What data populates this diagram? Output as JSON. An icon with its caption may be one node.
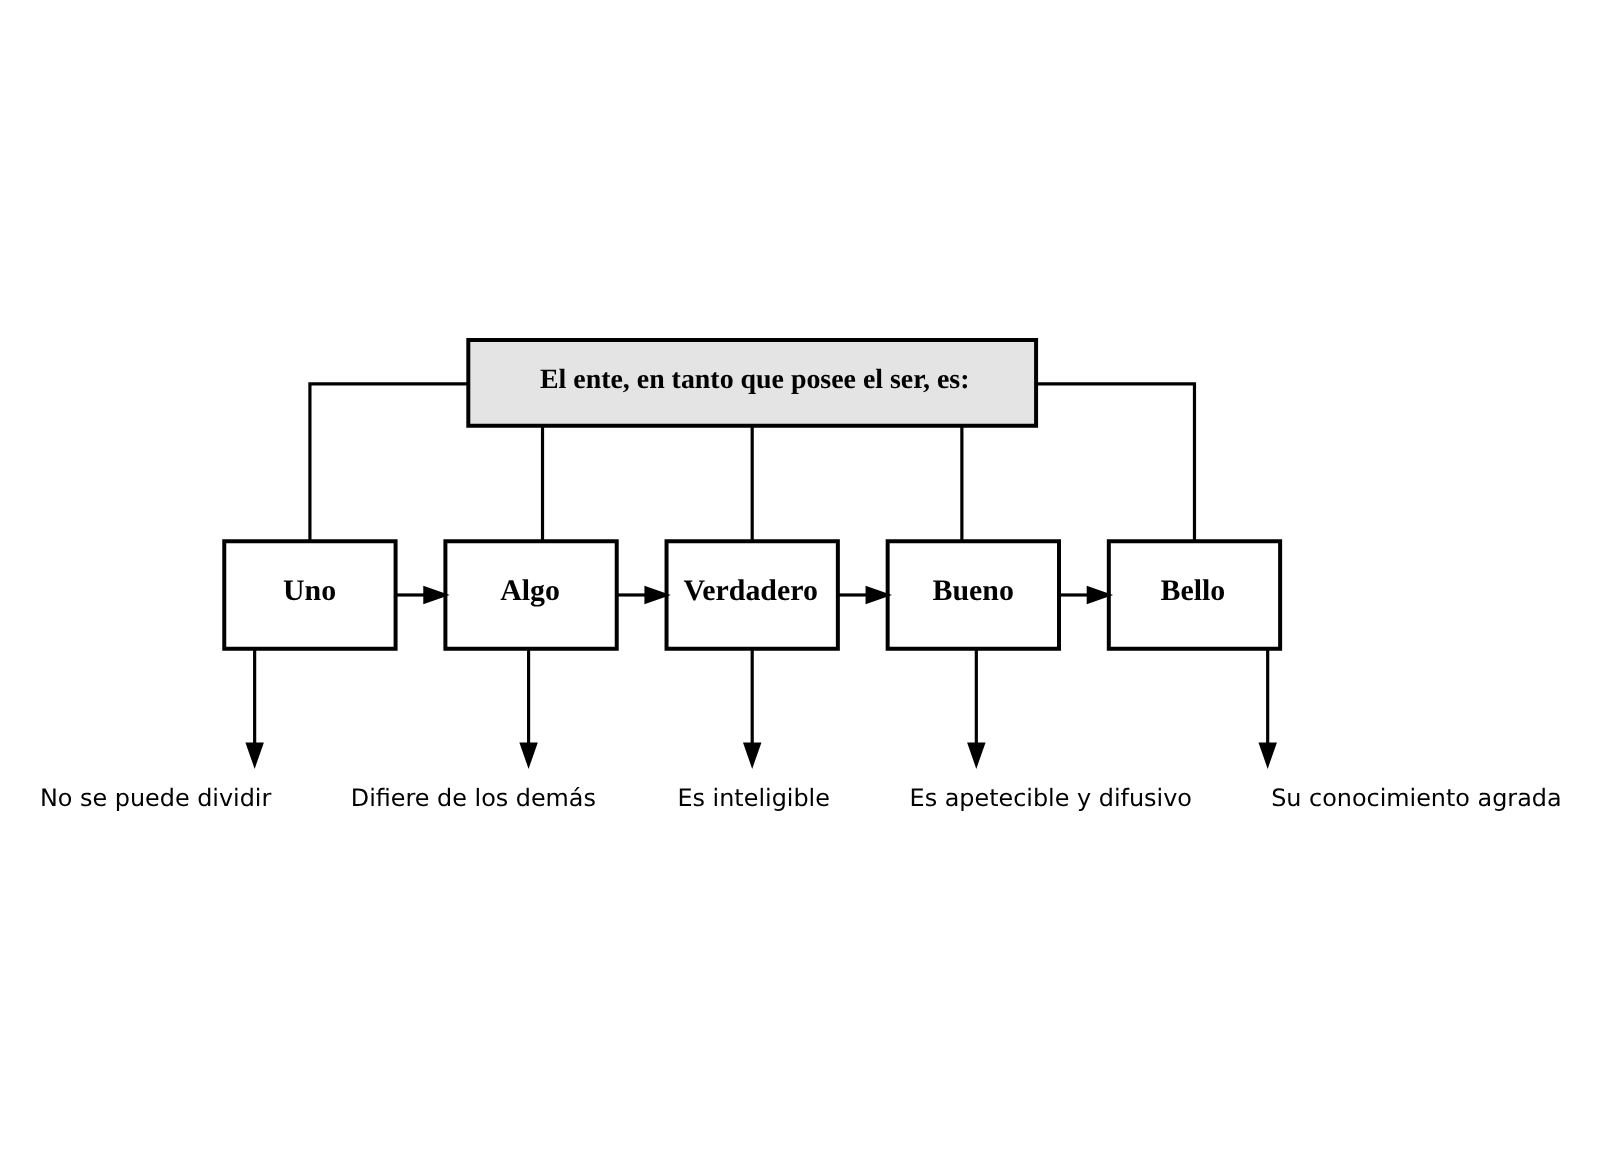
{
  "diagram": {
    "nodes": [
      {
        "text": [
          "El ente, en tanto que posee el ser, es:"
        ]
      },
      {
        "text": [
          "Uno"
        ]
      },
      {
        "text": [
          "Algo"
        ]
      },
      {
        "text": [
          "Verdadero"
        ]
      },
      {
        "text": [
          "Bueno"
        ]
      },
      {
        "text": [
          "Bello"
        ]
      },
      {
        "text": [
          "No se puede dividir"
        ]
      },
      {
        "text": [
          "Difiere de los demás"
        ]
      },
      {
        "text": [
          "Es inteligible"
        ]
      },
      {
        "text": [
          "Es apetecible y difusivo"
        ]
      },
      {
        "text": [
          "Su conocimiento agrada"
        ]
      }
    ],
    "edges": [
      {
        "from": 0,
        "to": 1,
        "arrow": "none"
      },
      {
        "from": 0,
        "to": 2,
        "arrow": "none"
      },
      {
        "from": 0,
        "to": 3,
        "arrow": "none"
      },
      {
        "from": 0,
        "to": 4,
        "arrow": "none"
      },
      {
        "from": 0,
        "to": 5,
        "arrow": "none"
      },
      {
        "from": 1,
        "to": 2,
        "arrow": "to"
      },
      {
        "from": 2,
        "to": 3,
        "arrow": "to"
      },
      {
        "from": 3,
        "to": 4,
        "arrow": "to"
      },
      {
        "from": 4,
        "to": 5,
        "arrow": "to"
      },
      {
        "from": 1,
        "to": 6,
        "arrow": "to"
      },
      {
        "from": 2,
        "to": 7,
        "arrow": "to"
      },
      {
        "from": 3,
        "to": 8,
        "arrow": "to"
      },
      {
        "from": 4,
        "to": 9,
        "arrow": "to"
      },
      {
        "from": 5,
        "to": 10,
        "arrow": "to"
      }
    ]
  }
}
